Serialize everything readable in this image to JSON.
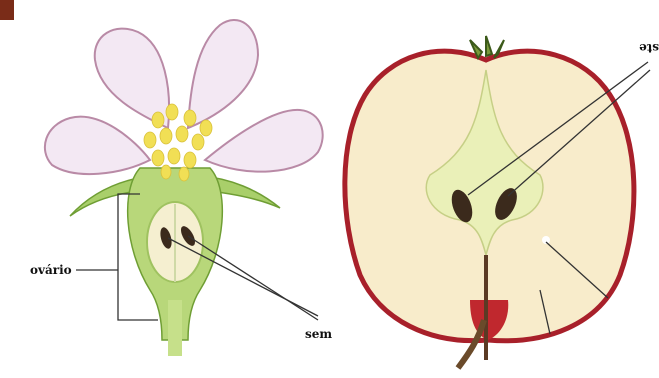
{
  "labels": {
    "ovary": "ovário",
    "seed_cut": "sem",
    "apple_top_cut": "ste"
  },
  "colors": {
    "petal": "#f3e8f3",
    "petal_edge": "#b98aa6",
    "stamen": "#f1df55",
    "green": "#b8d77a",
    "green_dark": "#7fae3e",
    "apple_flesh": "#f8eccb",
    "apple_skin": "#a8202a",
    "seed": "#3b2a1c"
  }
}
